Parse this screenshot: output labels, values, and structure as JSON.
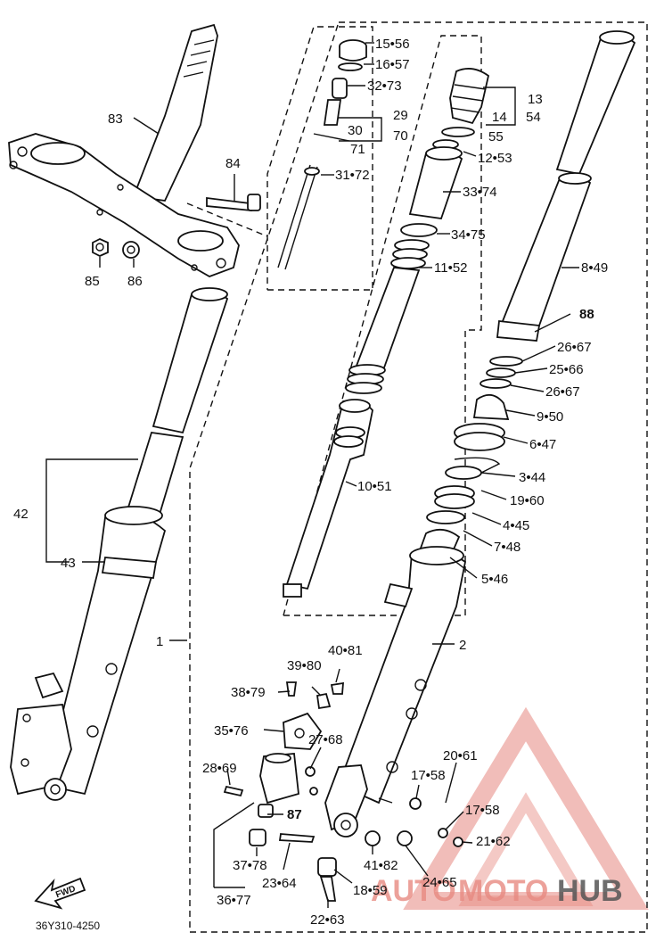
{
  "diagram": {
    "catalog_code": "36Y310-4250",
    "direction_label": "FWD",
    "watermark": {
      "text_auto": "AUTO",
      "text_moto": "MOTO",
      "text_hub": "HUB",
      "color_accent": "#e0473f",
      "color_dark": "#3a3a3a"
    },
    "callouts": {
      "c83": "83",
      "c84": "84",
      "c85": "85",
      "c86": "86",
      "c42": "42",
      "c43": "43",
      "c1": "1",
      "c2": "2",
      "c15_56": "15•56",
      "c16_57": "16•57",
      "c32_73": "32•73",
      "c29": "29",
      "c70": "70",
      "c30": "30",
      "c71": "71",
      "c31_72": "31•72",
      "c13": "13",
      "c54": "54",
      "c14": "14",
      "c55": "55",
      "c12_53": "12•53",
      "c33_74": "33•74",
      "c34_75": "34•75",
      "c11_52": "11•52",
      "c10_51": "10•51",
      "c8_49": "8•49",
      "c88": "88",
      "c26_67a": "26•67",
      "c25_66": "25•66",
      "c26_67b": "26•67",
      "c9_50": "9•50",
      "c6_47": "6•47",
      "c3_44": "3•44",
      "c19_60": "19•60",
      "c4_45": "4•45",
      "c7_48": "7•48",
      "c5_46": "5•46",
      "c40_81": "40•81",
      "c39_80": "39•80",
      "c38_79": "38•79",
      "c35_76": "35•76",
      "c27_68": "27•68",
      "c28_69": "28•69",
      "c87": "87",
      "c37_78": "37•78",
      "c23_64": "23•64",
      "c36_77": "36•77",
      "c41_82": "41•82",
      "c24_65": "24•65",
      "c18_59": "18•59",
      "c22_63": "22•63",
      "c20_61": "20•61",
      "c17_58a": "17•58",
      "c17_58b": "17•58",
      "c21_62": "21•62"
    }
  }
}
